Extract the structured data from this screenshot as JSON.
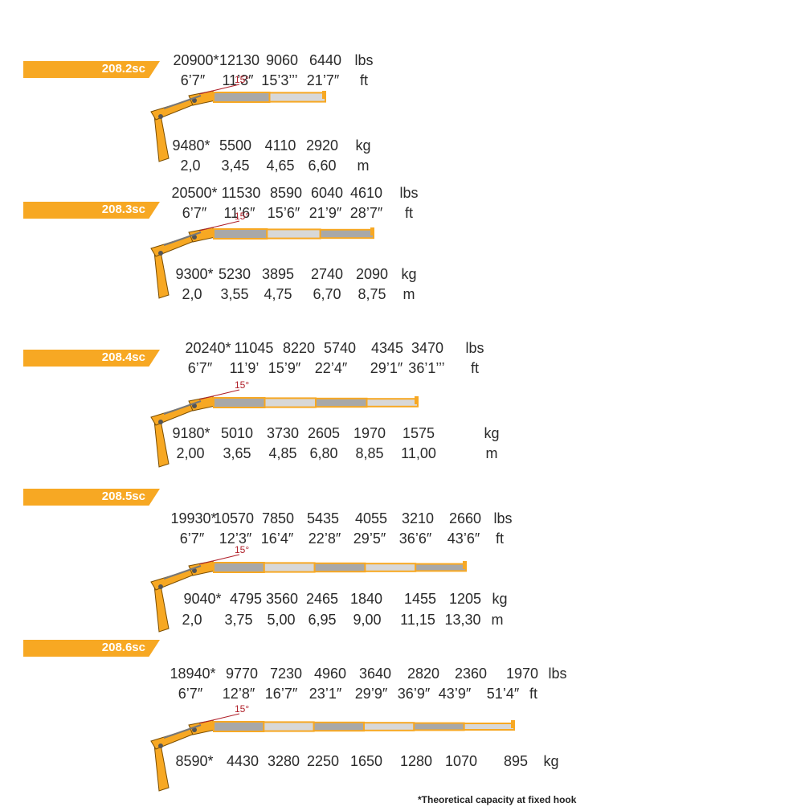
{
  "colors": {
    "accent": "#f7a823",
    "boom_gray": "#a8a8a8",
    "angle_red": "#b0202a",
    "text": "#2a2a2a"
  },
  "angle_label": "15°",
  "footnote": "*Theoretical capacity at fixed hook",
  "models": [
    {
      "name": "208.2sc",
      "lbs": [
        "20900*",
        "12130",
        "9060",
        "6440",
        "lbs"
      ],
      "ft": [
        "6’7″",
        "11’3″",
        "15’3’’’",
        "21’7″",
        "ft"
      ],
      "kg": [
        "9480*",
        "5500",
        "4110",
        "2920",
        "kg"
      ],
      "m": [
        "2,0",
        "3,45",
        "4,65",
        "6,60",
        "m"
      ]
    },
    {
      "name": "208.3sc",
      "lbs": [
        "20500*",
        "11530",
        "8590",
        "6040",
        "4610",
        "lbs"
      ],
      "ft": [
        "6’7″",
        "11’6″",
        "15’6″",
        "21’9″",
        "28’7″",
        "ft"
      ],
      "kg": [
        "9300*",
        "5230",
        "3895",
        "2740",
        "2090",
        "kg"
      ],
      "m": [
        "2,0",
        "3,55",
        "4,75",
        "6,70",
        "8,75",
        "m"
      ]
    },
    {
      "name": "208.4sc",
      "lbs": [
        "20240*",
        "11045",
        "8220",
        "5740",
        "4345",
        "3470",
        "lbs"
      ],
      "ft": [
        "6’7″",
        "11’9’",
        "15’9″",
        "22’4″",
        "29’1″",
        "36’1’’’",
        "ft"
      ],
      "kg": [
        "9180*",
        "5010",
        "3730",
        "2605",
        "1970",
        "1575",
        "kg"
      ],
      "m": [
        "2,00",
        "3,65",
        "4,85",
        "6,80",
        "8,85",
        "11,00",
        "m"
      ]
    },
    {
      "name": "208.5sc",
      "lbs": [
        "19930*",
        "10570",
        "7850",
        "5435",
        "4055",
        "3210",
        "2660",
        "lbs"
      ],
      "ft": [
        "6’7″",
        "12’3″",
        "16’4″",
        "22’8″",
        "29’5″",
        "36’6″",
        "43’6″",
        "ft"
      ],
      "kg": [
        "9040*",
        "4795",
        "3560",
        "2465",
        "1840",
        "1455",
        "1205",
        "kg"
      ],
      "m": [
        "2,0",
        "3,75",
        "5,00",
        "6,95",
        "9,00",
        "11,15",
        "13,30",
        "m"
      ]
    },
    {
      "name": "208.6sc",
      "lbs": [
        "18940*",
        "9770",
        "7230",
        "4960",
        "3640",
        "2820",
        "2360",
        "1970",
        "lbs"
      ],
      "ft": [
        "6’7″",
        "12’8″",
        "16’7″",
        "23’1″",
        "29’9″",
        "36’9″",
        "43’9″",
        "51’4″",
        "ft"
      ],
      "kg": [
        "8590*",
        "4430",
        "3280",
        "2250",
        "1650",
        "1280",
        "1070",
        "895",
        "kg"
      ]
    }
  ]
}
